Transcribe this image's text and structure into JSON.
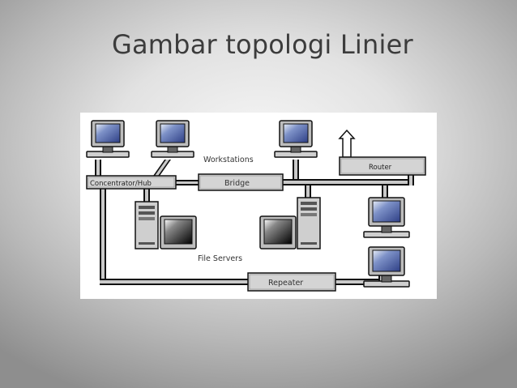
{
  "slide": {
    "title": "Gambar topologi Linier"
  },
  "diagram": {
    "labels": {
      "workstations": "Workstations",
      "hub": "Concentrator/Hub",
      "bridge": "Bridge",
      "router": "Router",
      "file_servers": "File Servers",
      "repeater": "Repeater"
    }
  }
}
